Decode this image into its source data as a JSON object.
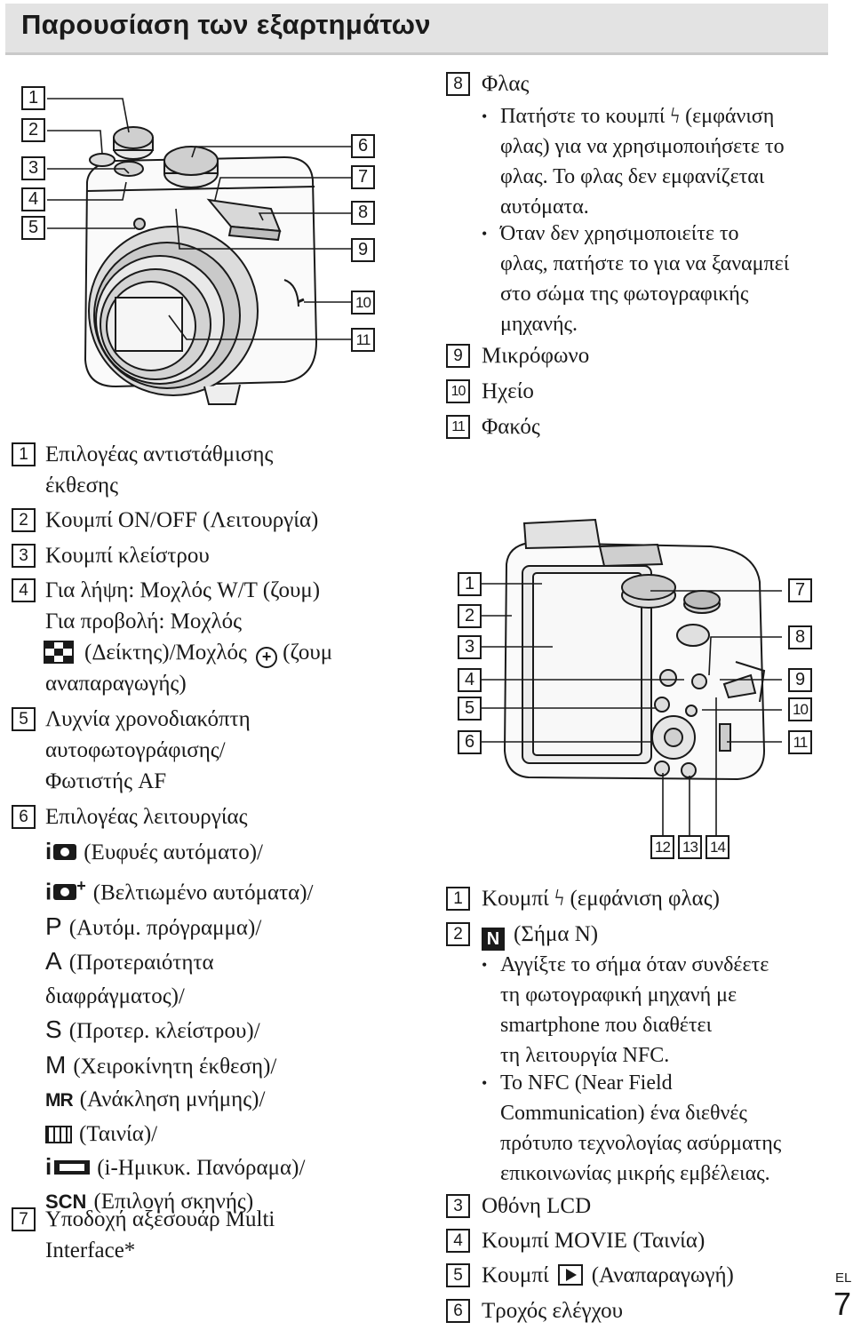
{
  "title": "Παρουσίαση των εξαρτημάτων",
  "front_callouts_left": [
    "1",
    "2",
    "3",
    "4",
    "5"
  ],
  "front_callouts_right": [
    "6",
    "7",
    "8",
    "9",
    "10",
    "11"
  ],
  "rear_callouts_left": [
    "1",
    "2",
    "3",
    "4",
    "5",
    "6"
  ],
  "rear_callouts_right": [
    "7",
    "8",
    "9",
    "10",
    "11"
  ],
  "rear_callouts_bottom": [
    "12",
    "13",
    "14"
  ],
  "left_items": [
    {
      "num": "1",
      "lines": [
        "Επιλογέας αντιστάθμισης",
        "έκθεσης"
      ]
    },
    {
      "num": "2",
      "lines": [
        "Κουμπί ON/OFF (Λειτουργία)"
      ]
    },
    {
      "num": "3",
      "lines": [
        "Κουμπί κλείστρου"
      ]
    },
    {
      "num": "4",
      "lines": [
        "Για λήψη: Μοχλός W/T (ζουμ)",
        "Για προβολή: Μοχλός"
      ],
      "line3": "(Δείκτης)/Μοχλός",
      "line3b": "(ζουμ",
      "line4": "αναπαραγωγής)"
    },
    {
      "num": "5",
      "lines": [
        "Λυχνία χρονοδιακόπτη",
        "αυτοφωτογράφισης/",
        "Φωτιστής AF"
      ]
    },
    {
      "num": "6",
      "lines": [
        "Επιλογέας λειτουργίας"
      ]
    },
    {
      "num": "7",
      "lines": [
        "Υποδοχή αξεσουάρ Multi",
        "Interface*"
      ]
    }
  ],
  "modes": [
    {
      "icon": "iO",
      "text": "(Ευφυές αυτόματο)/"
    },
    {
      "icon": "iO+",
      "text": "(Βελτιωμένο αυτόματα)/"
    },
    {
      "icon": "P",
      "text": "(Αυτόμ. πρόγραμμα)/"
    },
    {
      "icon": "A",
      "text": "(Προτεραιότητα"
    },
    {
      "icon": "",
      "text": "διαφράγματος)/"
    },
    {
      "icon": "S",
      "text": "(Προτερ. κλείστρου)/"
    },
    {
      "icon": "M",
      "text": "(Χειροκίνητη έκθεση)/"
    },
    {
      "icon": "MR",
      "text": "(Ανάκληση μνήμης)/"
    },
    {
      "icon": "film",
      "text": "(Ταινία)/"
    },
    {
      "icon": "i▭",
      "text": "(i-Ημικυκ. Πανόραμα)/"
    },
    {
      "icon": "SCN",
      "text": "(Επιλογή σκηνής)"
    }
  ],
  "right_top_items": [
    {
      "num": "8",
      "label": "Φλας"
    },
    {
      "num": "9",
      "label": "Μικρόφωνο"
    },
    {
      "num": "10",
      "label": "Ηχείο"
    },
    {
      "num": "11",
      "label": "Φακός"
    }
  ],
  "flash_bullets": [
    [
      "Πατήστε το κουμπί ϟ (εμφάνιση",
      "φλας) για να χρησιμοποιήσετε το",
      "φλας. Το φλας δεν εμφανίζεται",
      "αυτόματα."
    ],
    [
      "Όταν δεν χρησιμοποιείτε το",
      "φλας, πατήστε το για να ξαναμπεί",
      "στο σώμα της φωτογραφικής",
      "μηχανής."
    ]
  ],
  "rear_items": [
    {
      "num": "1",
      "label": "Κουμπί ϟ (εμφάνιση φλας)"
    },
    {
      "num": "2",
      "label": "(Σήμα N)",
      "icon": "N"
    },
    {
      "num": "3",
      "label": "Οθόνη LCD"
    },
    {
      "num": "4",
      "label": "Κουμπί MOVIE (Ταινία)"
    },
    {
      "num": "5",
      "label_pre": "Κουμπί",
      "label_post": "(Αναπαραγωγή)"
    },
    {
      "num": "6",
      "label": "Τροχός ελέγχου"
    }
  ],
  "nfc_bullets": [
    [
      "Αγγίξτε το σήμα όταν συνδέετε",
      "τη φωτογραφική μηχανή με",
      "smartphone που διαθέτει",
      "τη λειτουργία NFC."
    ],
    [
      "Το NFC (Near Field",
      "Communication) ένα διεθνές",
      "πρότυπο τεχνολογίας ασύρματης",
      "επικοινωνίας μικρής εμβέλειας."
    ]
  ],
  "side_language": "EL",
  "page_number": "7"
}
